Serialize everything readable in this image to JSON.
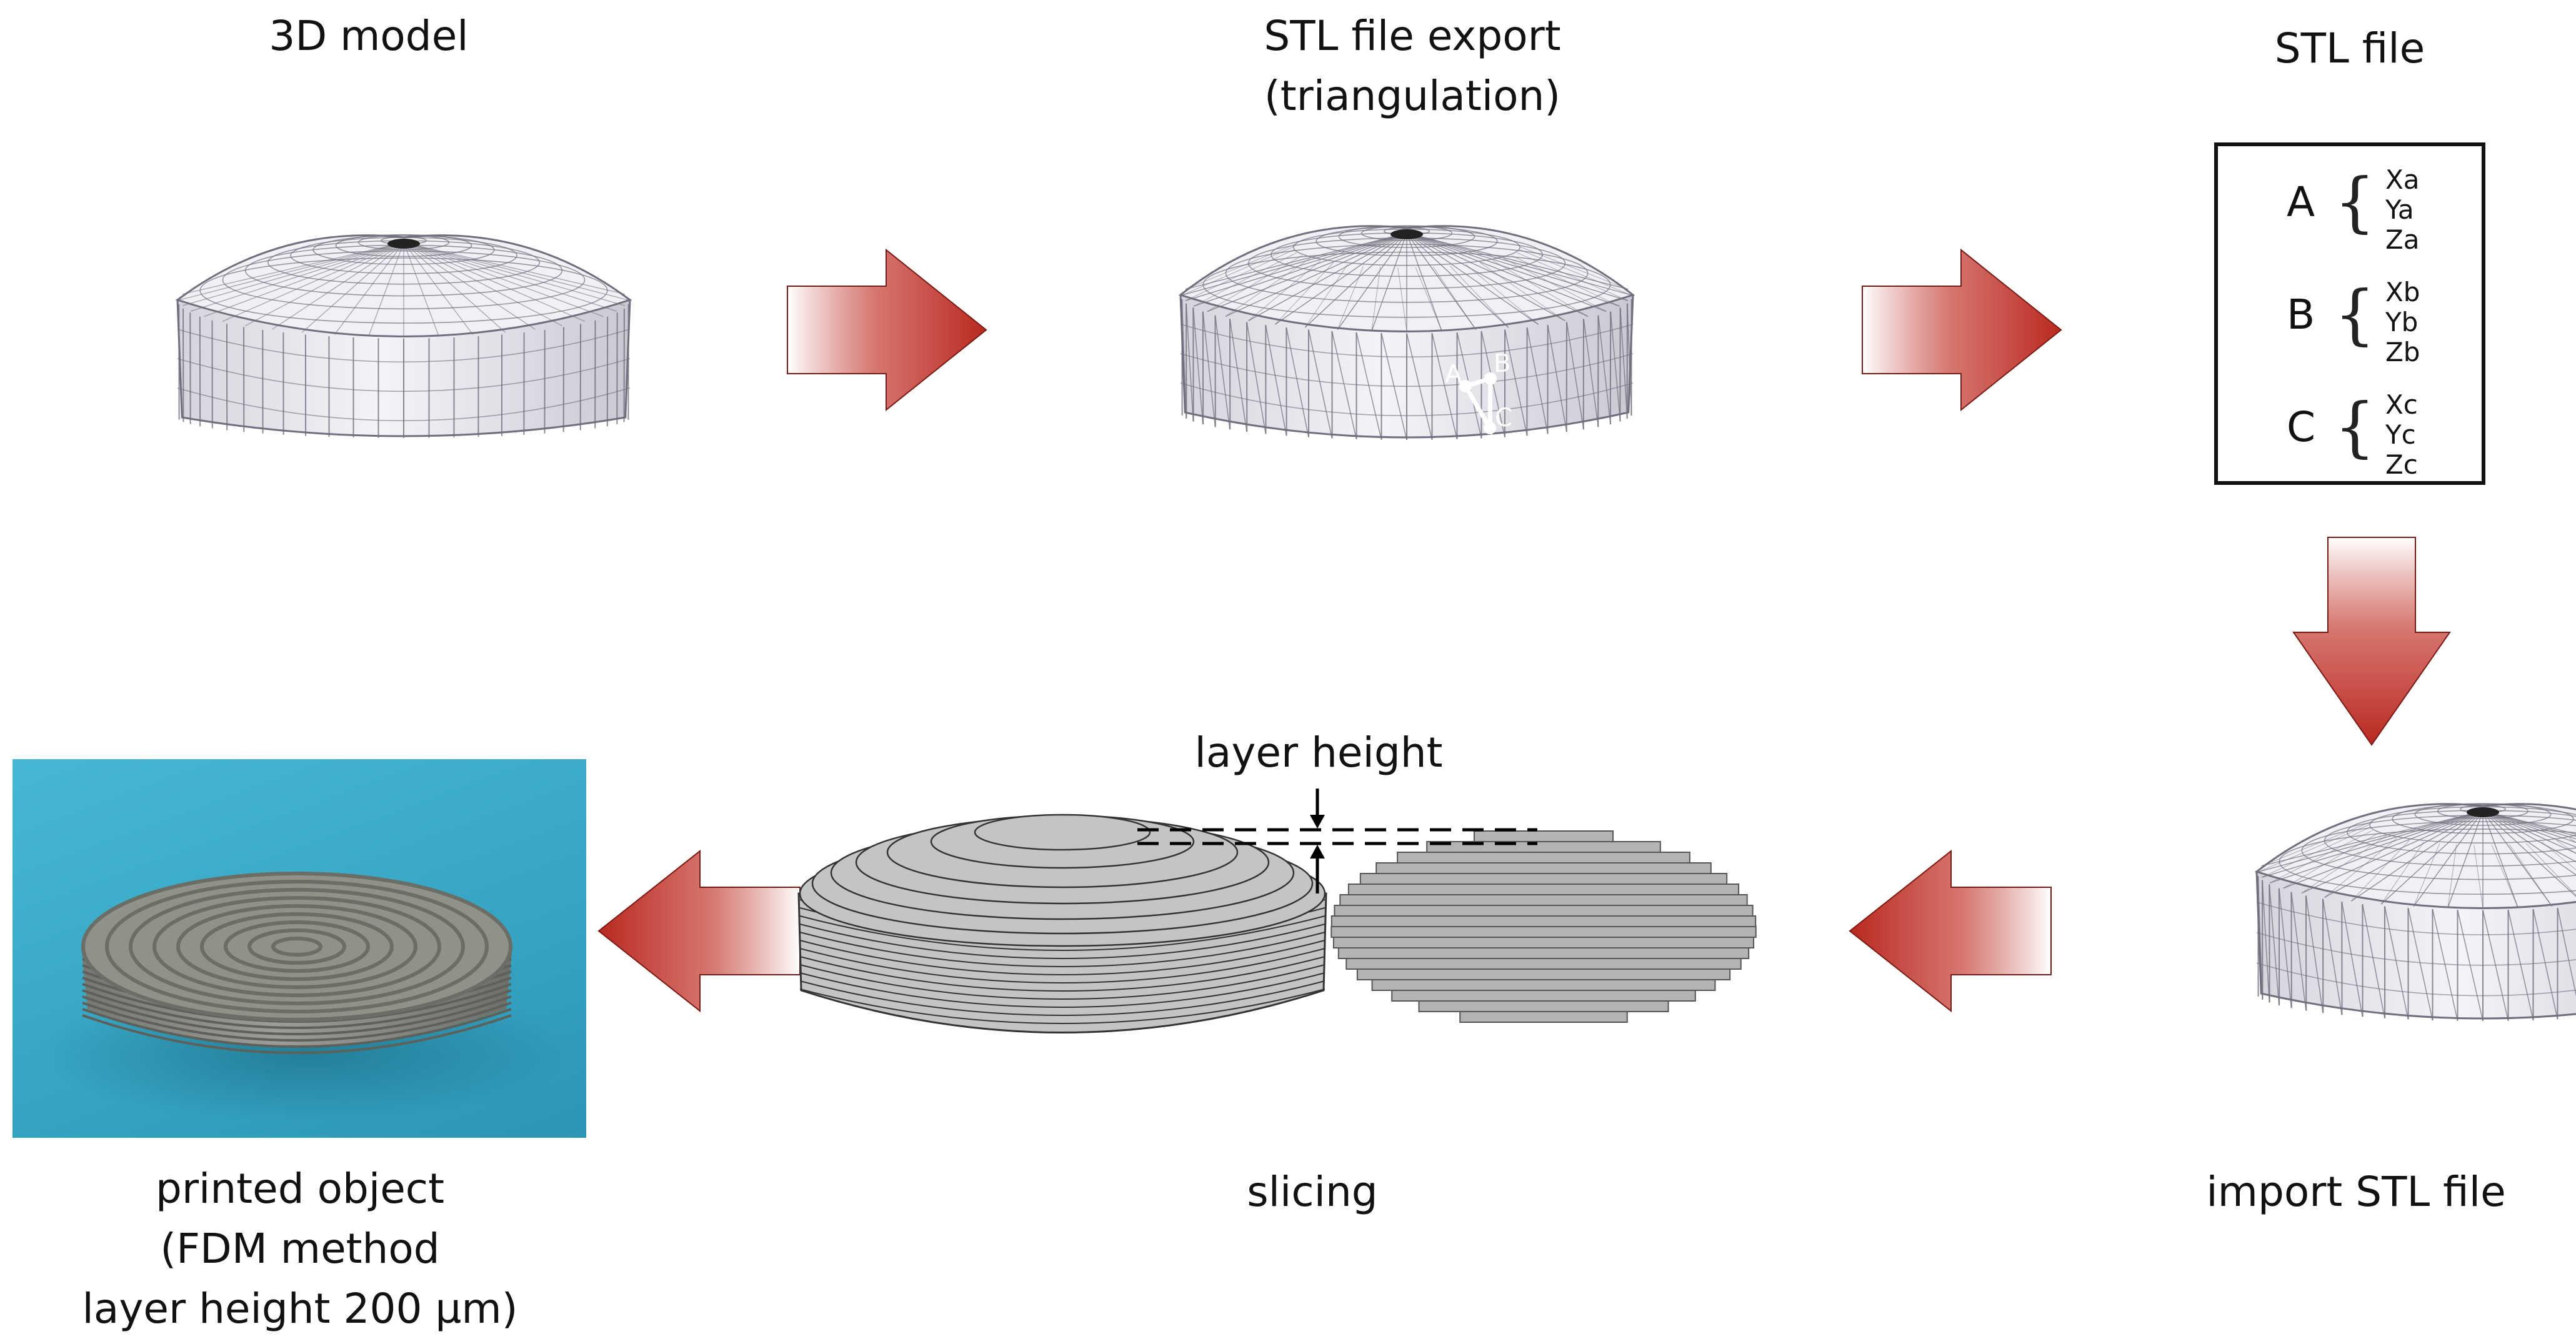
{
  "labels": {
    "model3d": "3D model",
    "export_line1": "STL file export",
    "export_line2": "(triangulation)",
    "stlfile": "STL file",
    "import": "import STL file",
    "slicing": "slicing",
    "layer_height": "layer height",
    "printed_line1": "printed object",
    "printed_line2": "(FDM method",
    "printed_line3": "layer height 200 µm)"
  },
  "stl_file": {
    "vertices": [
      {
        "name": "A",
        "coords": [
          "Xa",
          "Ya",
          "Za"
        ]
      },
      {
        "name": "B",
        "coords": [
          "Xb",
          "Yb",
          "Zb"
        ]
      },
      {
        "name": "C",
        "coords": [
          "Xc",
          "Yc",
          "Zc"
        ]
      }
    ]
  },
  "triangle_labels": {
    "a": "A",
    "b": "B",
    "c": "C"
  },
  "colors": {
    "arrow": "#b8281f",
    "mesh_fill": "#e6e6ec",
    "mesh_line": "#6f6f7e",
    "slice_fill": "#c4c4c4",
    "photo_bg": "#3fb0cf",
    "object": "#8f938c"
  }
}
